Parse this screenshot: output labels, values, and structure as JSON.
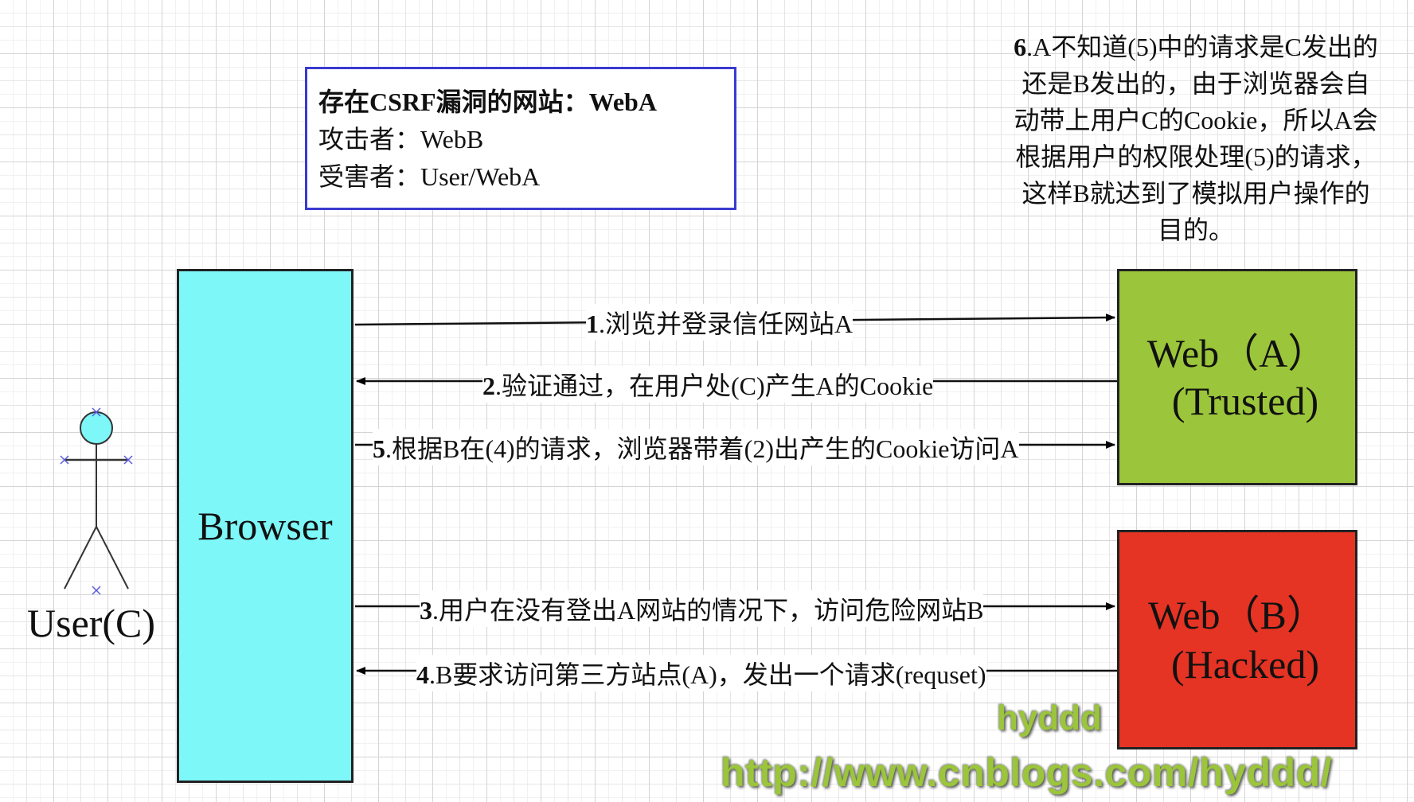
{
  "info_box": {
    "line1_prefix": "存在",
    "line1_bold": "CSRF",
    "line1_suffix": "漏洞的网站：WebA",
    "line2": "攻击者：WebB",
    "line3": "受害者：User/WebA"
  },
  "note6": {
    "number": "6",
    "lines": [
      ".A不知道(5)中的请求是C发出的",
      "还是B发出的，由于浏览器会自",
      "动带上用户C的Cookie，所以A会",
      "根据用户的权限处理(5)的请求，",
      "这样B就达到了模拟用户操作的",
      "目的。"
    ]
  },
  "actors": {
    "user": "User(C)",
    "browser": "Browser",
    "web_a": {
      "line1": "Web（A）",
      "line2": "(Trusted)",
      "color": "#9bc53a"
    },
    "web_b": {
      "line1": "Web（B）",
      "line2": "(Hacked)",
      "color": "#e53324"
    }
  },
  "steps": [
    {
      "num": "1",
      "text": ".浏览并登录信任网站A",
      "direction": "browser-to-webA"
    },
    {
      "num": "2",
      "text": ".验证通过，在用户处(C)产生A的Cookie",
      "direction": "webA-to-browser"
    },
    {
      "num": "5",
      "text": ".根据B在(4)的请求，浏览器带着(2)出产生的Cookie访问A",
      "direction": "browser-to-webA"
    },
    {
      "num": "3",
      "text": ".用户在没有登出A网站的情况下，访问危险网站B",
      "direction": "browser-to-webB"
    },
    {
      "num": "4",
      "text": ".B要求访问第三方站点(A)，发出一个请求(requset)",
      "direction": "webB-to-browser"
    }
  ],
  "watermark": {
    "name": "hyddd",
    "url": "http://www.cnblogs.com/hyddd/"
  }
}
